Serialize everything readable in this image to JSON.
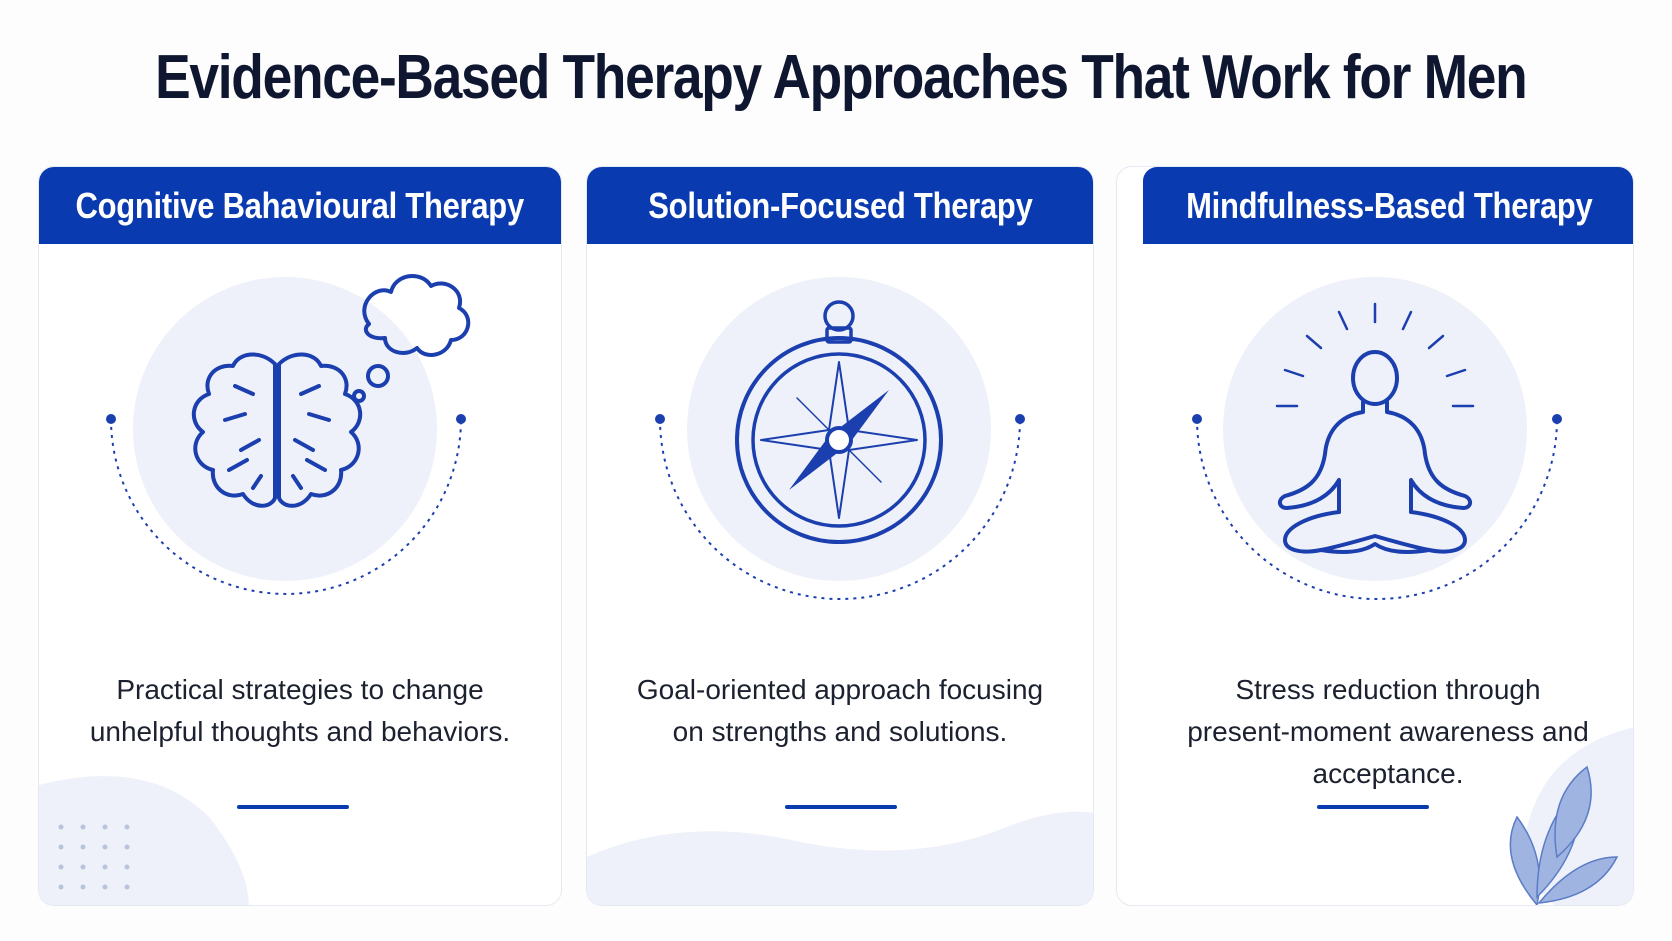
{
  "title": "Evidence-Based Therapy Approaches That Work for Men",
  "colors": {
    "accent": "#0a3aaf",
    "icon_stroke": "#1b3fae",
    "circle_bg": "#eef1f9",
    "title_text": "#0f1730"
  },
  "cards": [
    {
      "heading": "Cognitive Bahavioural Therapy",
      "icon": "brain-with-thought-bubble-icon",
      "description_lines": [
        "Practical strategies to change",
        "unhelpful thoughts and behaviors."
      ]
    },
    {
      "heading": "Solution-Focused Therapy",
      "icon": "compass-icon",
      "description_lines": [
        "Goal-oriented approach focusing",
        "on strengths and solutions."
      ]
    },
    {
      "heading": "Mindfulness-Based Therapy",
      "icon": "meditating-person-icon",
      "description_lines": [
        "Stress reduction through",
        "present-moment awareness and",
        "acceptance."
      ]
    }
  ]
}
